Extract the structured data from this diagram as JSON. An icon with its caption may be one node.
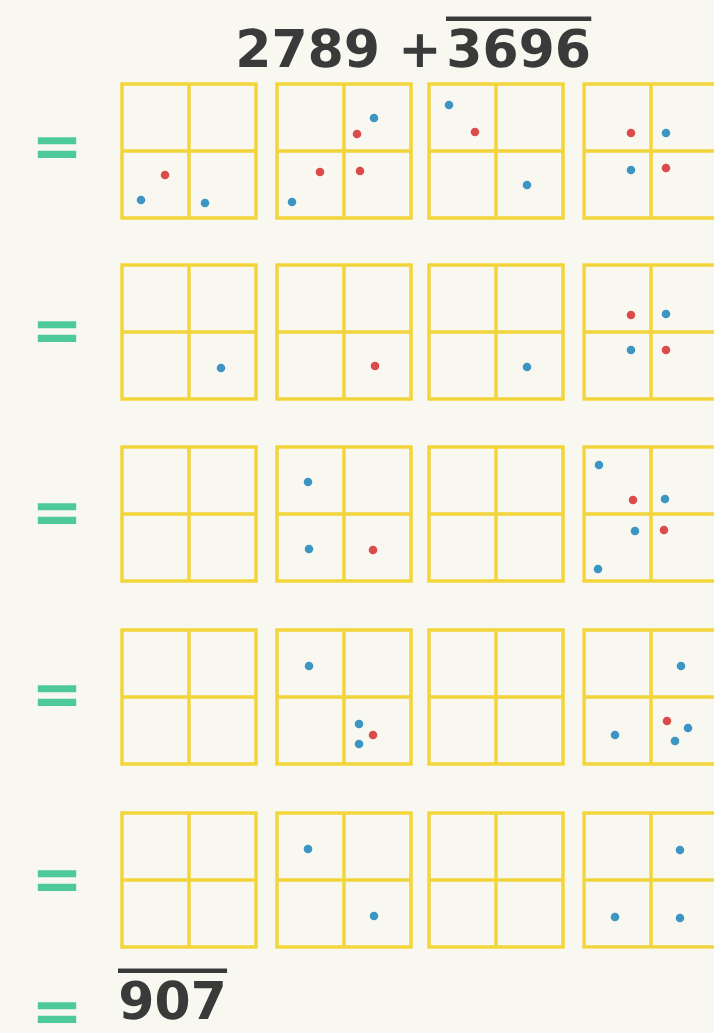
{
  "diagram": {
    "labels": [
      "2789 +",
      "3696",
      "=",
      "=",
      "=",
      "=",
      "=",
      "=",
      "907"
    ]
  }
}
